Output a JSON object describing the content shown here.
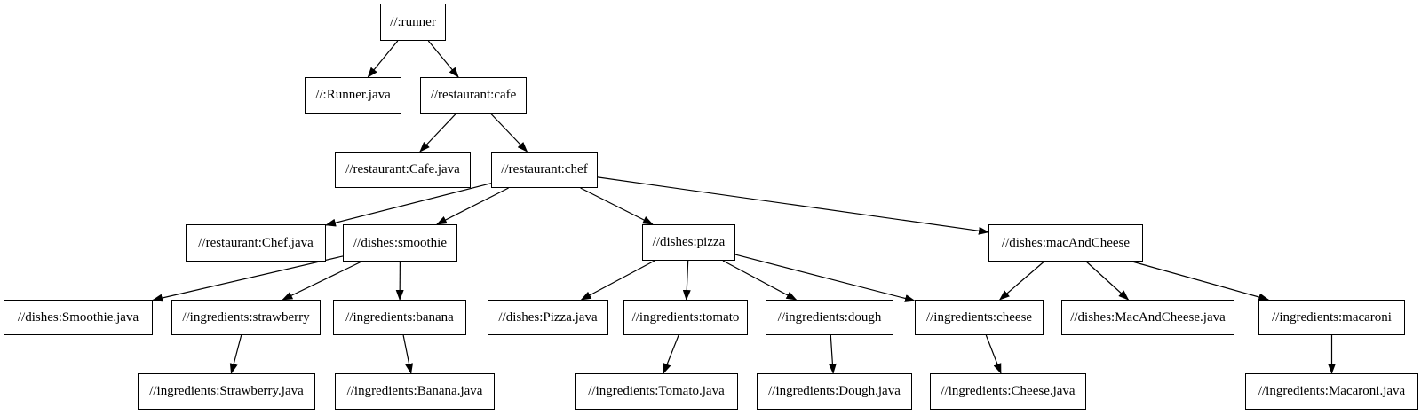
{
  "diagram": {
    "kind": "build-target dependency graph",
    "colors": {
      "background": "#ffffff",
      "node_fill": "#ffffff",
      "node_border": "#000000",
      "node_text": "#000000",
      "edge": "#000000"
    },
    "nodes": [
      {
        "id": "runner",
        "label": "//:runner"
      },
      {
        "id": "runner_java",
        "label": "//:Runner.java"
      },
      {
        "id": "cafe",
        "label": "//restaurant:cafe"
      },
      {
        "id": "cafe_java",
        "label": "//restaurant:Cafe.java"
      },
      {
        "id": "chef",
        "label": "//restaurant:chef"
      },
      {
        "id": "chef_java",
        "label": "//restaurant:Chef.java"
      },
      {
        "id": "smoothie",
        "label": "//dishes:smoothie"
      },
      {
        "id": "pizza",
        "label": "//dishes:pizza"
      },
      {
        "id": "mac_and_cheese",
        "label": "//dishes:macAndCheese"
      },
      {
        "id": "smoothie_java",
        "label": "//dishes:Smoothie.java"
      },
      {
        "id": "strawberry",
        "label": "//ingredients:strawberry"
      },
      {
        "id": "banana",
        "label": "//ingredients:banana"
      },
      {
        "id": "pizza_java",
        "label": "//dishes:Pizza.java"
      },
      {
        "id": "tomato",
        "label": "//ingredients:tomato"
      },
      {
        "id": "dough",
        "label": "//ingredients:dough"
      },
      {
        "id": "cheese",
        "label": "//ingredients:cheese"
      },
      {
        "id": "mac_and_cheese_java",
        "label": "//dishes:MacAndCheese.java"
      },
      {
        "id": "macaroni",
        "label": "//ingredients:macaroni"
      },
      {
        "id": "strawberry_java",
        "label": "//ingredients:Strawberry.java"
      },
      {
        "id": "banana_java",
        "label": "//ingredients:Banana.java"
      },
      {
        "id": "tomato_java",
        "label": "//ingredients:Tomato.java"
      },
      {
        "id": "dough_java",
        "label": "//ingredients:Dough.java"
      },
      {
        "id": "cheese_java",
        "label": "//ingredients:Cheese.java"
      },
      {
        "id": "macaroni_java",
        "label": "//ingredients:Macaroni.java"
      }
    ],
    "edges": [
      [
        "runner",
        "runner_java"
      ],
      [
        "runner",
        "cafe"
      ],
      [
        "cafe",
        "cafe_java"
      ],
      [
        "cafe",
        "chef"
      ],
      [
        "chef",
        "chef_java"
      ],
      [
        "chef",
        "smoothie"
      ],
      [
        "chef",
        "pizza"
      ],
      [
        "chef",
        "mac_and_cheese"
      ],
      [
        "smoothie",
        "smoothie_java"
      ],
      [
        "smoothie",
        "strawberry"
      ],
      [
        "smoothie",
        "banana"
      ],
      [
        "pizza",
        "pizza_java"
      ],
      [
        "pizza",
        "tomato"
      ],
      [
        "pizza",
        "dough"
      ],
      [
        "pizza",
        "cheese"
      ],
      [
        "mac_and_cheese",
        "cheese"
      ],
      [
        "mac_and_cheese",
        "mac_and_cheese_java"
      ],
      [
        "mac_and_cheese",
        "macaroni"
      ],
      [
        "strawberry",
        "strawberry_java"
      ],
      [
        "banana",
        "banana_java"
      ],
      [
        "tomato",
        "tomato_java"
      ],
      [
        "dough",
        "dough_java"
      ],
      [
        "cheese",
        "cheese_java"
      ],
      [
        "macaroni",
        "macaroni_java"
      ]
    ]
  }
}
